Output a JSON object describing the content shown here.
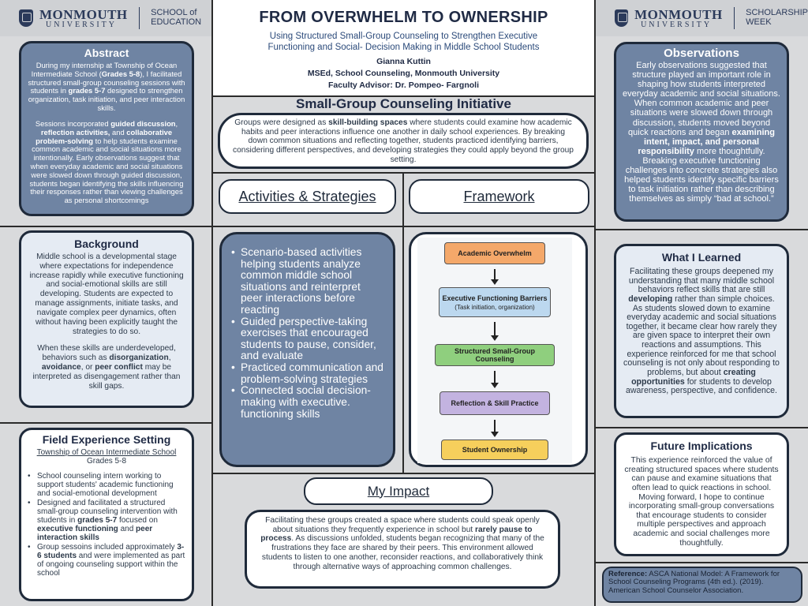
{
  "logos": {
    "left": {
      "name": "MONMOUTH",
      "sub": "UNIVERSITY",
      "unit_line1": "SCHOOL of",
      "unit_line2": "EDUCATION"
    },
    "right": {
      "name": "MONMOUTH",
      "sub": "UNIVERSITY",
      "unit_line1": "SCHOLARSHIP",
      "unit_line2": "WEEK"
    }
  },
  "header": {
    "title": "FROM OVERWHELM TO OWNERSHIP",
    "subtitle_line1": "Using Structured Small-Group Counseling to Strengthen Executive",
    "subtitle_line2": "Functioning and Social- Decision Making in Middle School Students",
    "author": "Gianna Kuttin",
    "program": "MSEd, School Counseling, Monmouth University",
    "advisor": "Faculty Advisor: Dr. Pompeo- Fargnoli"
  },
  "abstract": {
    "title": "Abstract",
    "p1_a": "During my internship at Township of Ocean Intermediate School (",
    "p1_b": "Grades 5-8",
    "p1_c": "), I facilitated structured small-group counseling sessions with students in ",
    "p1_d": "grades 5-7",
    "p1_e": " designed to strengthen organization, task initiation, and peer interaction skills.",
    "p2_a": "Sessions incorporated ",
    "p2_b": "guided discussion",
    "p2_c": ", ",
    "p2_d": "reflection activities,",
    "p2_e": " and ",
    "p2_f": "collaborative problem-solving",
    "p2_g": " to help students examine common academic and social situations more intentionally. Early observations suggest that when everyday academic and social situations were slowed down through guided discussion, students began identifying the skills influencing their responses rather than viewing challenges as personal shortcomings"
  },
  "background": {
    "title": "Background",
    "p1": "Middle school is a developmental stage where expectations for independence increase rapidly while executive functioning and social-emotional skills are still developing. Students are expected to manage assignments, initiate tasks, and navigate complex peer dynamics, often without having been explicitly taught the strategies to do so.",
    "p2_a": "When these skills are underdeveloped, behaviors such as ",
    "p2_b": "disorganization",
    "p2_c": ", ",
    "p2_d": "avoidance",
    "p2_e": ", or ",
    "p2_f": "peer conflict",
    "p2_g": " may be interpreted as disengagement rather than skill gaps."
  },
  "field": {
    "title": "Field Experience Setting",
    "school": "Township of Ocean Intermediate School",
    "grades": "Grades 5-8",
    "b1": "School counseling intern working to support students' academic functioning and social-emotional development",
    "b2_a": "Designed and facilitated a structured small-group counseling intervention with students in ",
    "b2_b": "grades 5-7",
    "b2_c": " focused on ",
    "b2_d": "executive functioning",
    "b2_e": " and ",
    "b2_f": "peer interaction skills",
    "b3_a": "Group sessoins included approximately ",
    "b3_b": "3-6 students",
    "b3_c": " and were implemented as part of ongoing counseling support within the school"
  },
  "initiative": {
    "title": "Small-Group Counseling Initiative",
    "text_a": "Groups were designed as ",
    "text_b": "skill-building spaces",
    "text_c": " where students could examine how academic habits and peer interactions influence one another in daily school experiences. By breaking down common situations and reflecting together, students practiced identifying barriers, considering different perspectives, and developing strategies they could apply beyond the group setting."
  },
  "activities": {
    "title": "Activities & Strategies",
    "items": [
      "Scenario-based activities helping students analyze common middle school situations and reinterpret peer interactions before reacting",
      "Guided perspective-taking exercises that encouraged students to pause, consider, and evaluate",
      "Practiced communication and problem-solving strategies",
      "Connected social decision-making with executive. functioning skills"
    ]
  },
  "framework": {
    "title": "Framework",
    "steps": [
      {
        "label": "Academic Overwhelm",
        "sub": "",
        "color": "#f4a86a"
      },
      {
        "label": "Executive Functioning Barriers",
        "sub": "(Task initiation, organization)",
        "color": "#bcd8ef"
      },
      {
        "label": "Structured Small-Group Counseling",
        "sub": "",
        "color": "#8fcf7e"
      },
      {
        "label": "Reflection & Skill Practice",
        "sub": "",
        "color": "#c3b3e0"
      },
      {
        "label": "Student Ownership",
        "sub": "",
        "color": "#f6cf5c"
      }
    ]
  },
  "impact": {
    "title": "My Impact",
    "text_a": "Facilitating these groups created a space where students could speak openly about situations they frequently experience in school but ",
    "text_b": "rarely pause to process",
    "text_c": ". As discussions unfolded, students began recognizing that many of the frustrations they face are shared by their peers. This environment allowed students to listen to one another, reconsider reactions, and collaboratively think through alternative ways of approaching common challenges."
  },
  "observations": {
    "title": "Observations",
    "text_a": "Early observations suggested that structure played an important role in shaping how students interpreted everyday academic and social situations. When common academic and peer situations were slowed down through discussion, students moved beyond quick reactions and began ",
    "text_b": "examining intent, impact, and personal responsibility",
    "text_c": " more thoughtfully. Breaking executive functioning challenges into concrete strategies also helped students identify specific barriers to task initiation rather than describing themselves as simply “bad at school.”"
  },
  "learned": {
    "title": "What I Learned",
    "text_a": "Facilitating these groups deepened my understanding that many middle school behaviors reflect skills that are still ",
    "text_b": "developing",
    "text_c": " rather than simple choices. As students slowed down to examine everyday academic and social situations together, it became clear how rarely they are given space to interpret their own reactions and assumptions. This experience reinforced for me that school counseling is not only about responding to problems, but about ",
    "text_d": "creating opportunities",
    "text_e": " for students to develop awareness, perspective, and confidence."
  },
  "future": {
    "title": "Future Implications",
    "text": "This experience reinforced the value of creating structured spaces where students can pause and examine situations that often lead to quick reactions in school. Moving forward, I hope to continue incorporating small-group conversations that encourage students to consider multiple perspectives and approach academic and social challenges more thoughtfully."
  },
  "reference": {
    "label": "Reference:",
    "text": " ASCA National Model: A Framework for School Counseling Programs (4th ed.). (2019). American School Counselor Association."
  }
}
